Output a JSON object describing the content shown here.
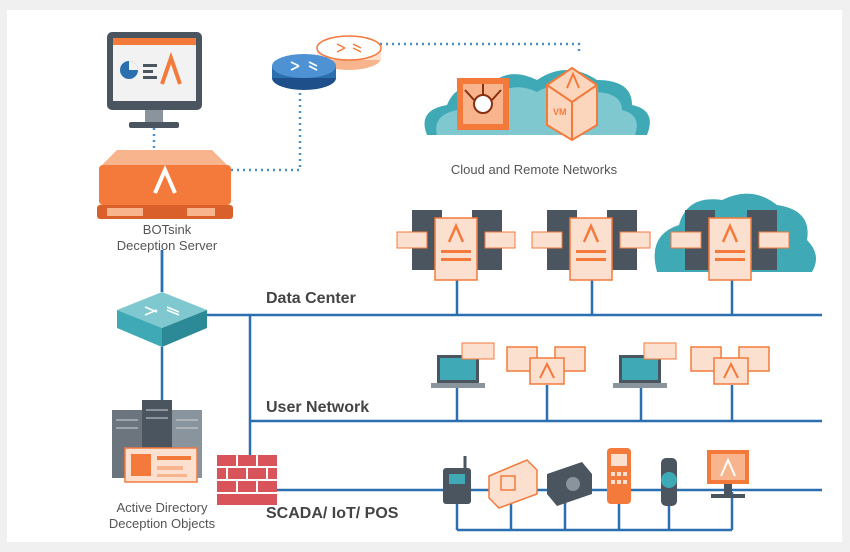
{
  "labels": {
    "cloud_remote": "Cloud and Remote Networks",
    "botsink_line1": "BOTsink",
    "botsink_line2": "Deception Server",
    "ad_line1": "Active Directory",
    "ad_line2": "Deception Objects",
    "data_center": "Data Center",
    "user_network": "User Network",
    "scada": "SCADA/ IoT/ POS"
  },
  "colors": {
    "orange": "#f47a3c",
    "orange_light": "#f8b48c",
    "teal": "#3fa9b5",
    "teal_dark": "#2b8a96",
    "blue_line": "#2a6fb0",
    "dotted": "#4a8fc6",
    "brick": "#d9535b",
    "gray_dark": "#4b5560",
    "gray": "#8a949c"
  }
}
